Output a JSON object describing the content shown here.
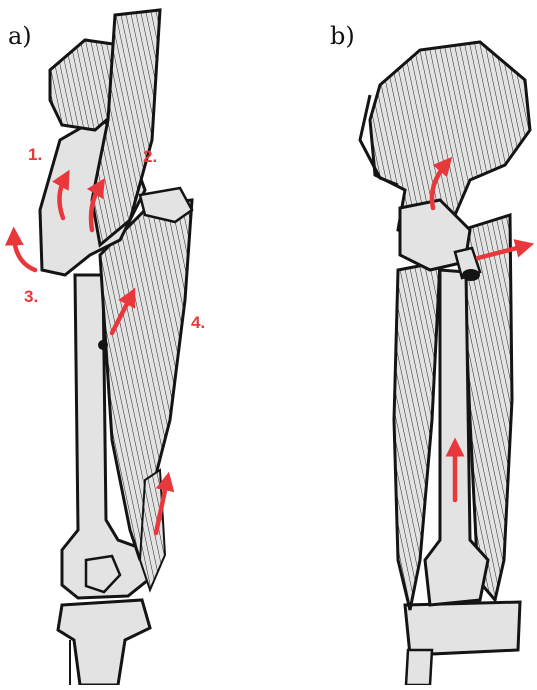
{
  "panels": [
    {
      "label": "a)"
    },
    {
      "label": "b)"
    }
  ],
  "annotations": [
    "1.",
    "2.",
    "3.",
    "4."
  ],
  "colors": {
    "arrow": "#e8383c",
    "bone": "#e3e3e3",
    "outline": "#141414",
    "background": "#ffffff"
  }
}
